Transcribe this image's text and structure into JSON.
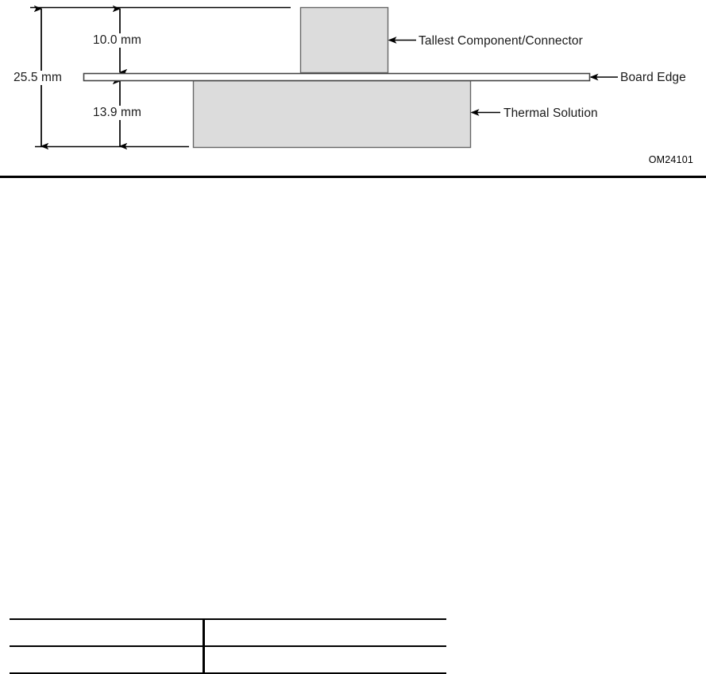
{
  "figure": {
    "code": "OM24101",
    "dimensions": {
      "overall": "25.5 mm",
      "above_board": "10.0 mm",
      "below_board": "13.9 mm"
    },
    "callouts": {
      "tallest_component": "Tallest Component/Connector",
      "board_edge": "Board Edge",
      "thermal_solution": "Thermal Solution"
    },
    "colors": {
      "component_fill": "#dcdcdc",
      "component_stroke": "#666666",
      "line": "#000000",
      "text": "#1a1a1a"
    }
  },
  "table": {
    "rows": [
      {
        "cells": [
          "",
          ""
        ]
      },
      {
        "cells": [
          "",
          ""
        ]
      }
    ]
  }
}
